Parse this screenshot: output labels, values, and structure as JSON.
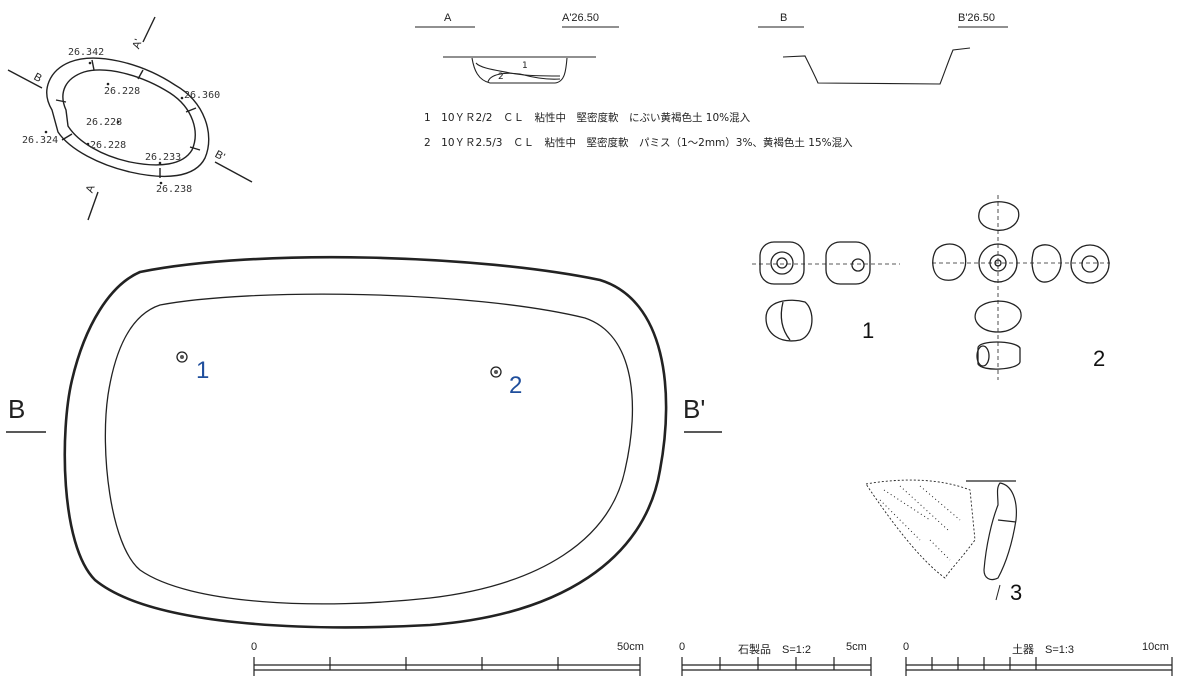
{
  "small_plan": {
    "axis_labels": {
      "A_top": "A",
      "A_prime_top": "A'",
      "B_left": "B",
      "B_prime_right": "B'"
    },
    "elevations": [
      "26.342",
      "26.228",
      "26.360",
      "26.228",
      "26.324",
      "26.228",
      "26.233",
      "26.238"
    ]
  },
  "section_A": {
    "left_label": "A",
    "right_label": "A'26.50",
    "layer_numbers": [
      "1",
      "2"
    ]
  },
  "section_B": {
    "left_label": "B",
    "right_label": "B'26.50"
  },
  "layers": [
    "1　10ＹＲ2/2　ＣＬ　粘性中　堅密度軟　にぶい黄褐色土 10%混入",
    "2　10ＹＲ2.5/3　ＣＬ　粘性中　堅密度軟　パミス（1～2mm）3%、黄褐色土 15%混入"
  ],
  "main_plan": {
    "left_label": "B",
    "right_label": "B'",
    "finds": [
      "1",
      "2"
    ]
  },
  "artifacts": {
    "labels": [
      "1",
      "2",
      "3"
    ]
  },
  "scales": {
    "plan": {
      "start": "0",
      "end": "50cm"
    },
    "stone": {
      "start": "0",
      "title": "石製品　S=1:2",
      "end": "5cm"
    },
    "pottery": {
      "start": "0",
      "title": "土器　S=1:3",
      "end": "10cm"
    }
  },
  "colors": {
    "find_label": "#1f4e9c",
    "line": "#222222"
  }
}
